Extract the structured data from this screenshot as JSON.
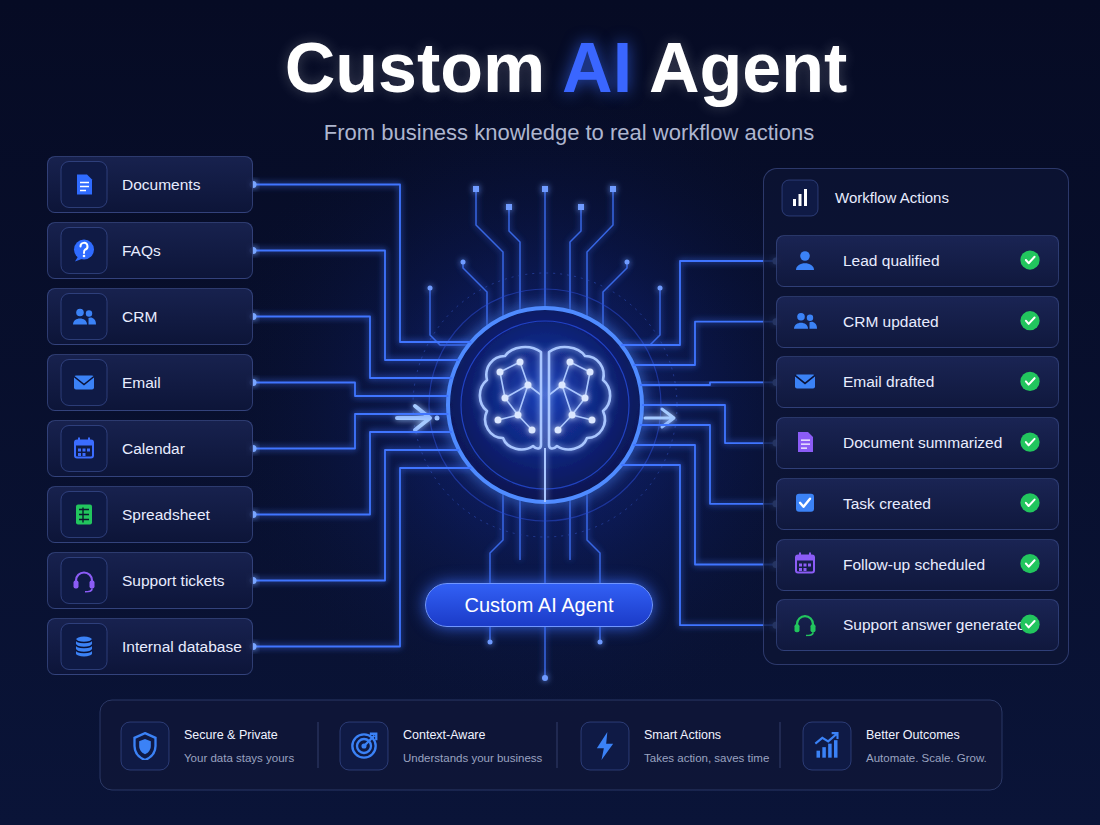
{
  "diagram": {
    "title": "Custom AI Agent",
    "nodes": [
      {
        "text": [
          "Documents"
        ]
      },
      {
        "text": [
          "FAQs"
        ]
      },
      {
        "text": [
          "CRM"
        ]
      },
      {
        "text": [
          "Email"
        ]
      },
      {
        "text": [
          "Calendar"
        ]
      },
      {
        "text": [
          "Spreadsheet"
        ]
      },
      {
        "text": [
          "Support tickets"
        ]
      },
      {
        "text": [
          "Internal database"
        ]
      },
      {
        "text": [
          "Custom AI Agent"
        ]
      },
      {
        "text": [
          "Workflow Actions"
        ]
      },
      {
        "text": [
          "Lead qualified"
        ],
        "in": 9
      },
      {
        "text": [
          "CRM updated"
        ],
        "in": 9
      },
      {
        "text": [
          "Email drafted"
        ],
        "in": 9
      },
      {
        "text": [
          "Document summarized"
        ],
        "in": 9
      },
      {
        "text": [
          "Task created"
        ],
        "in": 9
      },
      {
        "text": [
          "Follow-up scheduled"
        ],
        "in": 9
      },
      {
        "text": [
          "Support answer generated"
        ],
        "in": 9
      },
      {
        "text": [
          "Secure & Private",
          "Your data stays yours"
        ]
      },
      {
        "text": [
          "Context-Aware",
          "Understands your business"
        ]
      },
      {
        "text": [
          "Smart Actions",
          "Takes action, saves time"
        ]
      },
      {
        "text": [
          "Better Outcomes",
          "Automate. Scale. Grow."
        ]
      }
    ],
    "edges": [
      {
        "from": 0,
        "to": 8,
        "arrow": "none"
      },
      {
        "from": 1,
        "to": 8,
        "arrow": "none"
      },
      {
        "from": 2,
        "to": 8,
        "arrow": "none"
      },
      {
        "from": 3,
        "to": 8,
        "arrow": "none"
      },
      {
        "from": 4,
        "to": 8,
        "arrow": "none"
      },
      {
        "from": 5,
        "to": 8,
        "arrow": "none"
      },
      {
        "from": 6,
        "to": 8,
        "arrow": "none"
      },
      {
        "from": 7,
        "to": 8,
        "arrow": "none"
      },
      {
        "from": 8,
        "to": 10,
        "arrow": "none"
      },
      {
        "from": 8,
        "to": 11,
        "arrow": "none"
      },
      {
        "from": 8,
        "to": 12,
        "arrow": "none"
      },
      {
        "from": 8,
        "to": 13,
        "arrow": "none"
      },
      {
        "from": 8,
        "to": 14,
        "arrow": "none"
      },
      {
        "from": 8,
        "to": 15,
        "arrow": "none"
      },
      {
        "from": 8,
        "to": 16,
        "arrow": "none"
      }
    ],
    "labels": [
      "From business knowledge to real workflow actions"
    ]
  }
}
